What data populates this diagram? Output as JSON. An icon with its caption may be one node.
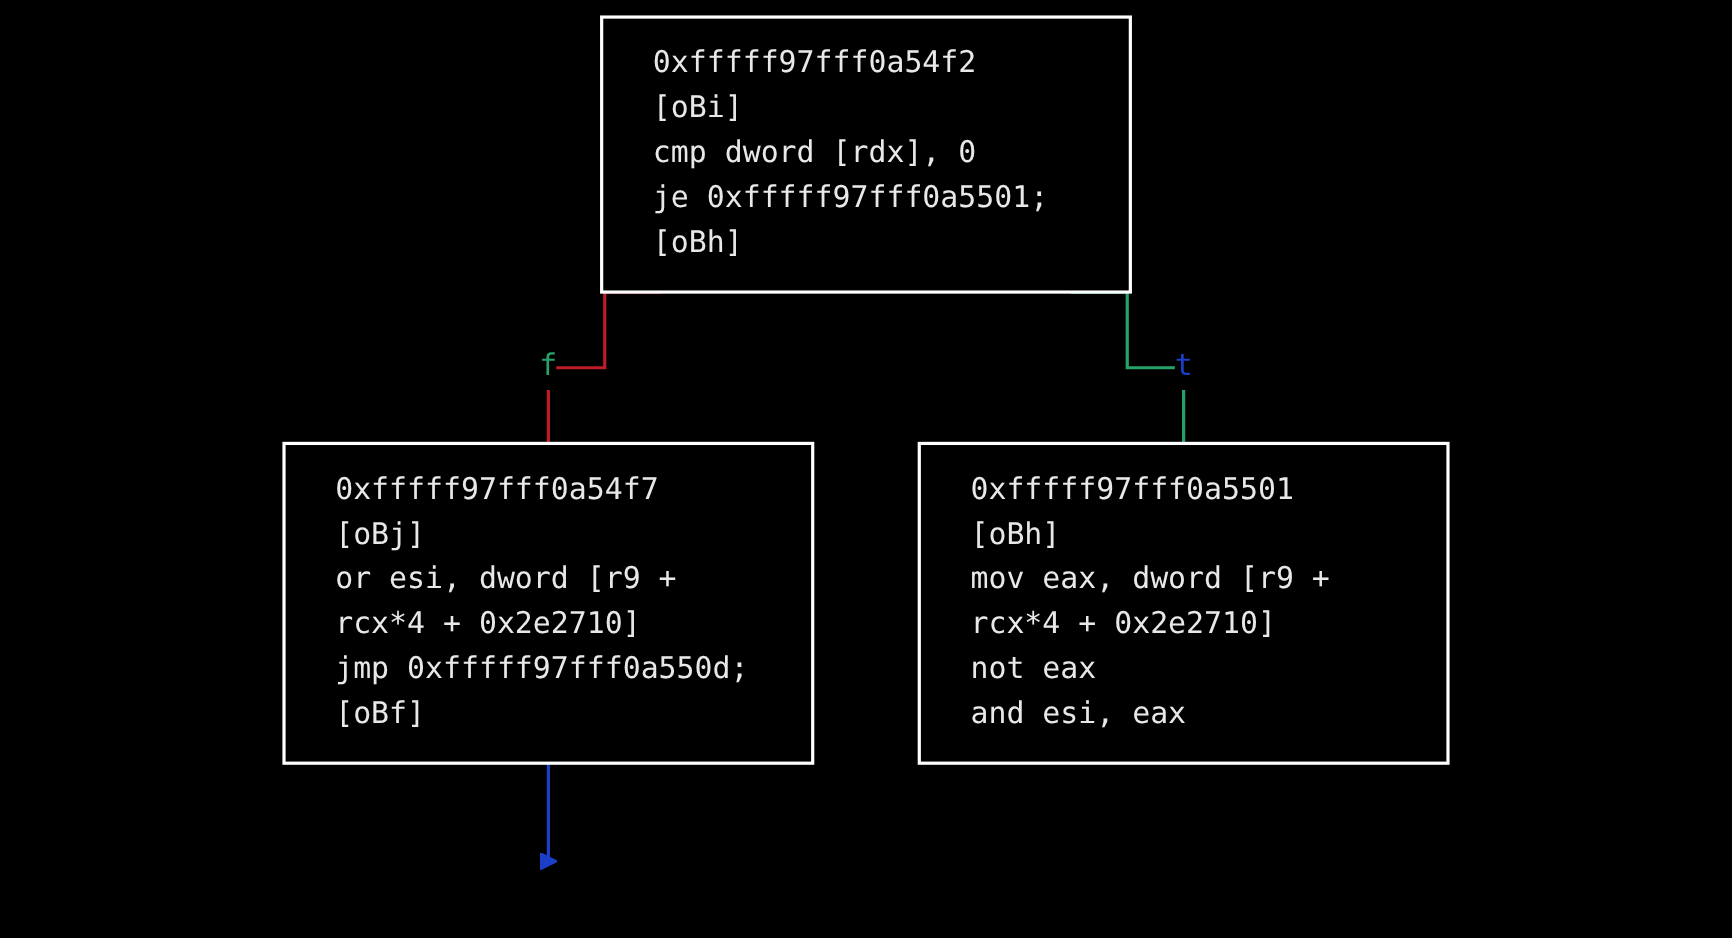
{
  "diagram": {
    "nodes": [
      {
        "text": [
          "0xfffff97fff0a54f2 [oBi]",
          "cmp dword [rdx], 0",
          "je 0xfffff97fff0a5501;[oBh]"
        ]
      },
      {
        "text": [
          "0xfffff97fff0a54f7 [oBj]",
          "or esi, dword [r9 + rcx*4 + 0x2e2710]",
          "jmp 0xfffff97fff0a550d;[oBf]"
        ]
      },
      {
        "text": [
          "0xfffff97fff0a5501 [oBh]",
          "mov eax, dword [r9 + rcx*4 + 0x2e2710]",
          "not eax",
          "and esi, eax"
        ]
      }
    ],
    "edges": [
      {
        "from": 0,
        "to": 1,
        "arrow": "none",
        "label": "f",
        "color": "#c01c28"
      },
      {
        "from": 0,
        "to": 2,
        "arrow": "none",
        "label": "t",
        "color": "#26a269"
      },
      {
        "from": 1,
        "to": null,
        "arrow": "to",
        "color": "#1c3fc8"
      }
    ]
  }
}
